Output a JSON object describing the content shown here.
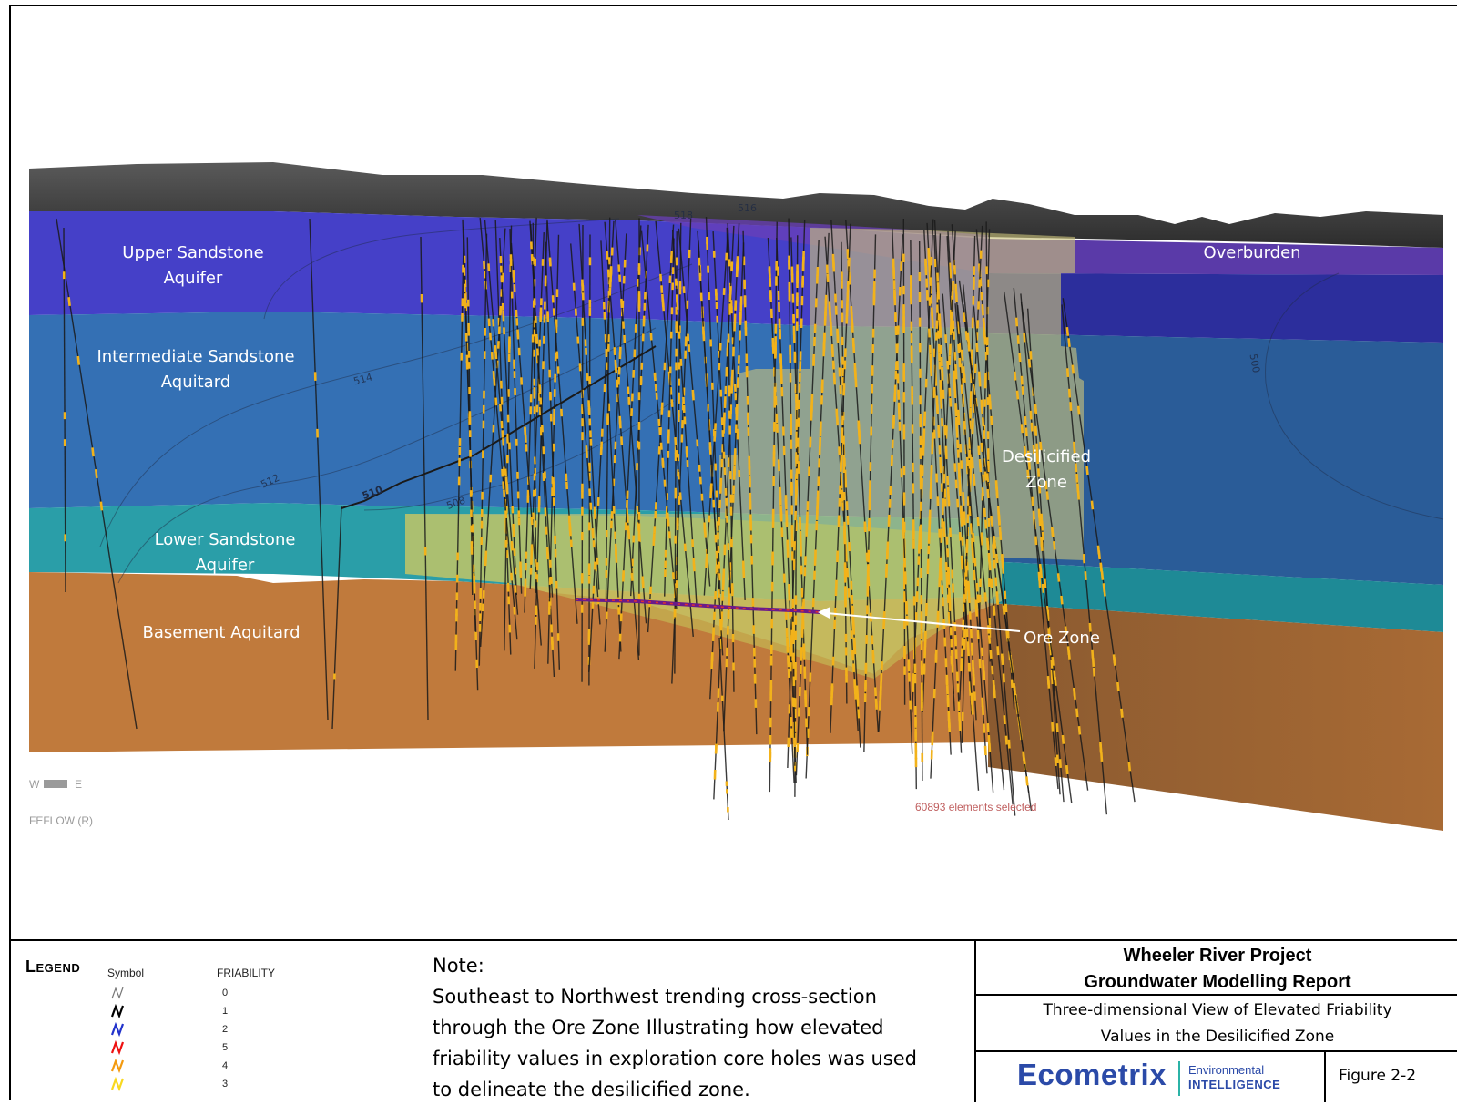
{
  "scene": {
    "layers": {
      "overburden": "Overburden",
      "upper_sandstone": [
        "Upper Sandstone",
        "Aquifer"
      ],
      "intermediate_sandstone": [
        "Intermediate Sandstone",
        "Aquitard"
      ],
      "lower_sandstone": [
        "Lower Sandstone",
        "Aquifer"
      ],
      "basement": "Basement Aquitard",
      "desilicified": [
        "Desilicified",
        "Zone"
      ],
      "ore_zone": "Ore Zone"
    },
    "contour_labels": [
      "514",
      "512",
      "510",
      "508",
      "500",
      "516",
      "518"
    ],
    "software_label": "FEFLOW (R)",
    "axis_label": "W",
    "axis_label_e": "E",
    "selection_text": "60893 elements selected",
    "colors": {
      "upper_sandstone": "#4540c8",
      "intermediate": "#3470b4",
      "lower_sandstone": "#2a9ea8",
      "basement": "#c07a3c",
      "desilicified": "#c9c27a",
      "lower_desilicified": "#c4c85a",
      "surface": "#3e3e3e",
      "friable": "#f2b21a"
    }
  },
  "legend": {
    "title": "Legend",
    "symbol_header": "Symbol",
    "value_header": "FRIABILITY",
    "entries": [
      {
        "color": "#777777",
        "value": "0"
      },
      {
        "color": "#000000",
        "value": "1"
      },
      {
        "color": "#2233cc",
        "value": "2"
      },
      {
        "color": "#ee1111",
        "value": "5"
      },
      {
        "color": "#f39a10",
        "value": "4"
      },
      {
        "color": "#f8d820",
        "value": "3"
      }
    ]
  },
  "note": {
    "heading": "Note:",
    "lines": [
      "Southeast to Northwest trending cross-section",
      "through the Ore Zone Illustrating how elevated",
      "friability values in exploration core holes was used",
      "to delineate the desilicified zone."
    ]
  },
  "title_block": {
    "project": "Wheeler River Project",
    "report": "Groundwater Modelling Report",
    "caption_line1": "Three-dimensional  View of Elevated Friability",
    "caption_line2": "Values in the Desilicified Zone",
    "logo_name": "Ecometrix",
    "logo_sub1": "Environmental",
    "logo_sub2": "INTELLIGENCE",
    "figure_number": "Figure 2-2"
  }
}
